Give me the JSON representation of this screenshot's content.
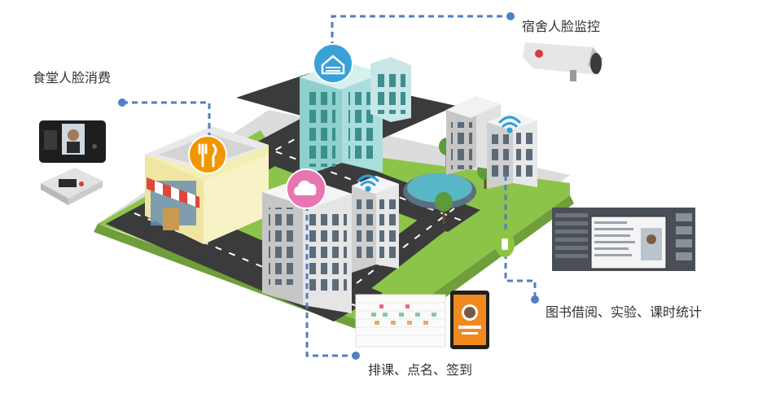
{
  "labels": {
    "canteen": "食堂人脸消费",
    "dorm": "宿舍人脸监控",
    "library": "图书借阅、实验、课时统计",
    "classroom": "排课、点名、签到"
  },
  "colors": {
    "connector": "#4f7fc4",
    "canteen_icon": "#f29600",
    "dorm_icon": "#3aa0d8",
    "cloud_icon": "#e776b0",
    "wifi_icon": "#2c9fd9",
    "lock_icon": "#8cc63f",
    "grass": "#8cc44a",
    "road": "#3b3b3b"
  },
  "icons": {
    "canteen": "fork-knife-icon",
    "dorm": "garage-gate-icon",
    "classroom": "cloud-icon",
    "wifi": "wifi-icon",
    "lock": "lock-icon"
  }
}
